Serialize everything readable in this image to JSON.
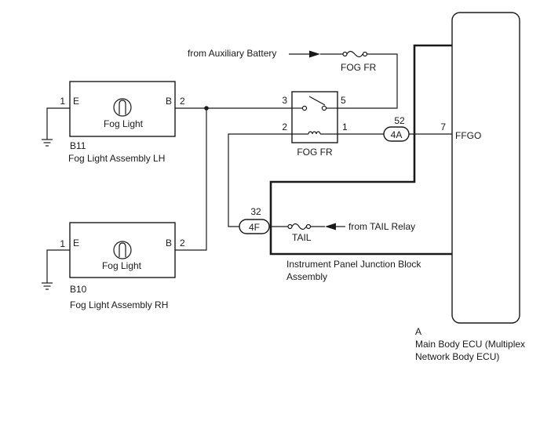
{
  "fog_light_lh": {
    "pin_e": "1",
    "terminal_e": "E",
    "terminal_b": "B",
    "pin_b": "2",
    "lamp_label": "Fog Light",
    "code": "B11",
    "name": "Fog Light Assembly LH"
  },
  "fog_light_rh": {
    "pin_e": "1",
    "terminal_e": "E",
    "terminal_b": "B",
    "pin_b": "2",
    "lamp_label": "Fog Light",
    "code": "B10",
    "name": "Fog Light Assembly RH"
  },
  "relay": {
    "name": "FOG FR",
    "pin_3": "3",
    "pin_5": "5",
    "pin_2": "2",
    "pin_1": "1"
  },
  "aux_battery": {
    "label": "from Auxiliary Battery",
    "fuse": "FOG FR"
  },
  "tail": {
    "label": "from TAIL Relay",
    "fuse": "TAIL"
  },
  "junction_block": {
    "connector_4a": "4A",
    "pin_4a": "52",
    "connector_4f": "4F",
    "pin_4f": "32",
    "name_line1": "Instrument Panel Junction Block",
    "name_line2": "Assembly"
  },
  "ecu": {
    "pin": "7",
    "terminal": "FFGO",
    "code": "A",
    "name_line1": "Main Body ECU (Multiplex",
    "name_line2": "Network Body ECU)"
  }
}
